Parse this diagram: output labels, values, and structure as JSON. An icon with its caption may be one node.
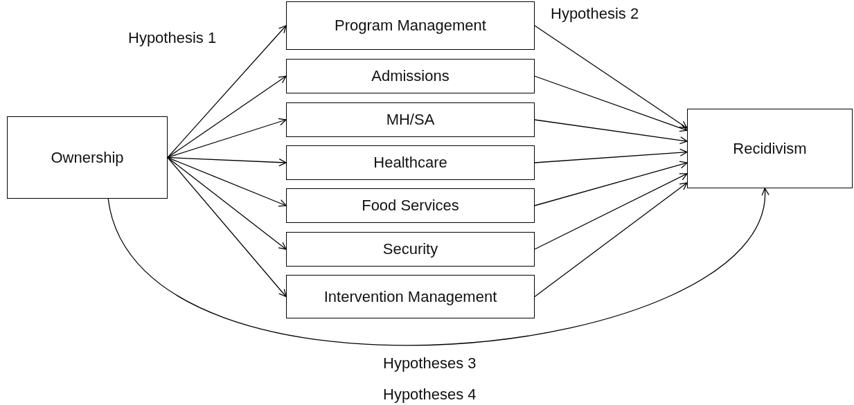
{
  "diagram": {
    "nodes": [
      {
        "text": [
          "Ownership"
        ]
      },
      {
        "text": [
          "Program Management"
        ]
      },
      {
        "text": [
          "Admissions"
        ]
      },
      {
        "text": [
          "MH/SA"
        ]
      },
      {
        "text": [
          "Healthcare"
        ]
      },
      {
        "text": [
          "Food Services"
        ]
      },
      {
        "text": [
          "Security"
        ]
      },
      {
        "text": [
          "Intervention Management"
        ]
      },
      {
        "text": [
          "Recidivism"
        ]
      }
    ],
    "edges": [
      {
        "from": 0,
        "to": 1,
        "arrow": "to"
      },
      {
        "from": 0,
        "to": 2,
        "arrow": "to"
      },
      {
        "from": 0,
        "to": 3,
        "arrow": "to"
      },
      {
        "from": 0,
        "to": 4,
        "arrow": "to"
      },
      {
        "from": 0,
        "to": 5,
        "arrow": "to"
      },
      {
        "from": 0,
        "to": 6,
        "arrow": "to"
      },
      {
        "from": 0,
        "to": 7,
        "arrow": "to"
      },
      {
        "from": 1,
        "to": 8,
        "arrow": "to"
      },
      {
        "from": 2,
        "to": 8,
        "arrow": "to"
      },
      {
        "from": 3,
        "to": 8,
        "arrow": "to"
      },
      {
        "from": 4,
        "to": 8,
        "arrow": "to"
      },
      {
        "from": 5,
        "to": 8,
        "arrow": "to"
      },
      {
        "from": 6,
        "to": 8,
        "arrow": "to"
      },
      {
        "from": 7,
        "to": 8,
        "arrow": "to"
      },
      {
        "from": 0,
        "to": 8,
        "arrow": "to"
      }
    ],
    "labels": [
      "Hypothesis 1",
      "Hypothesis 2",
      "Hypotheses 3",
      "Hypotheses 4"
    ]
  }
}
